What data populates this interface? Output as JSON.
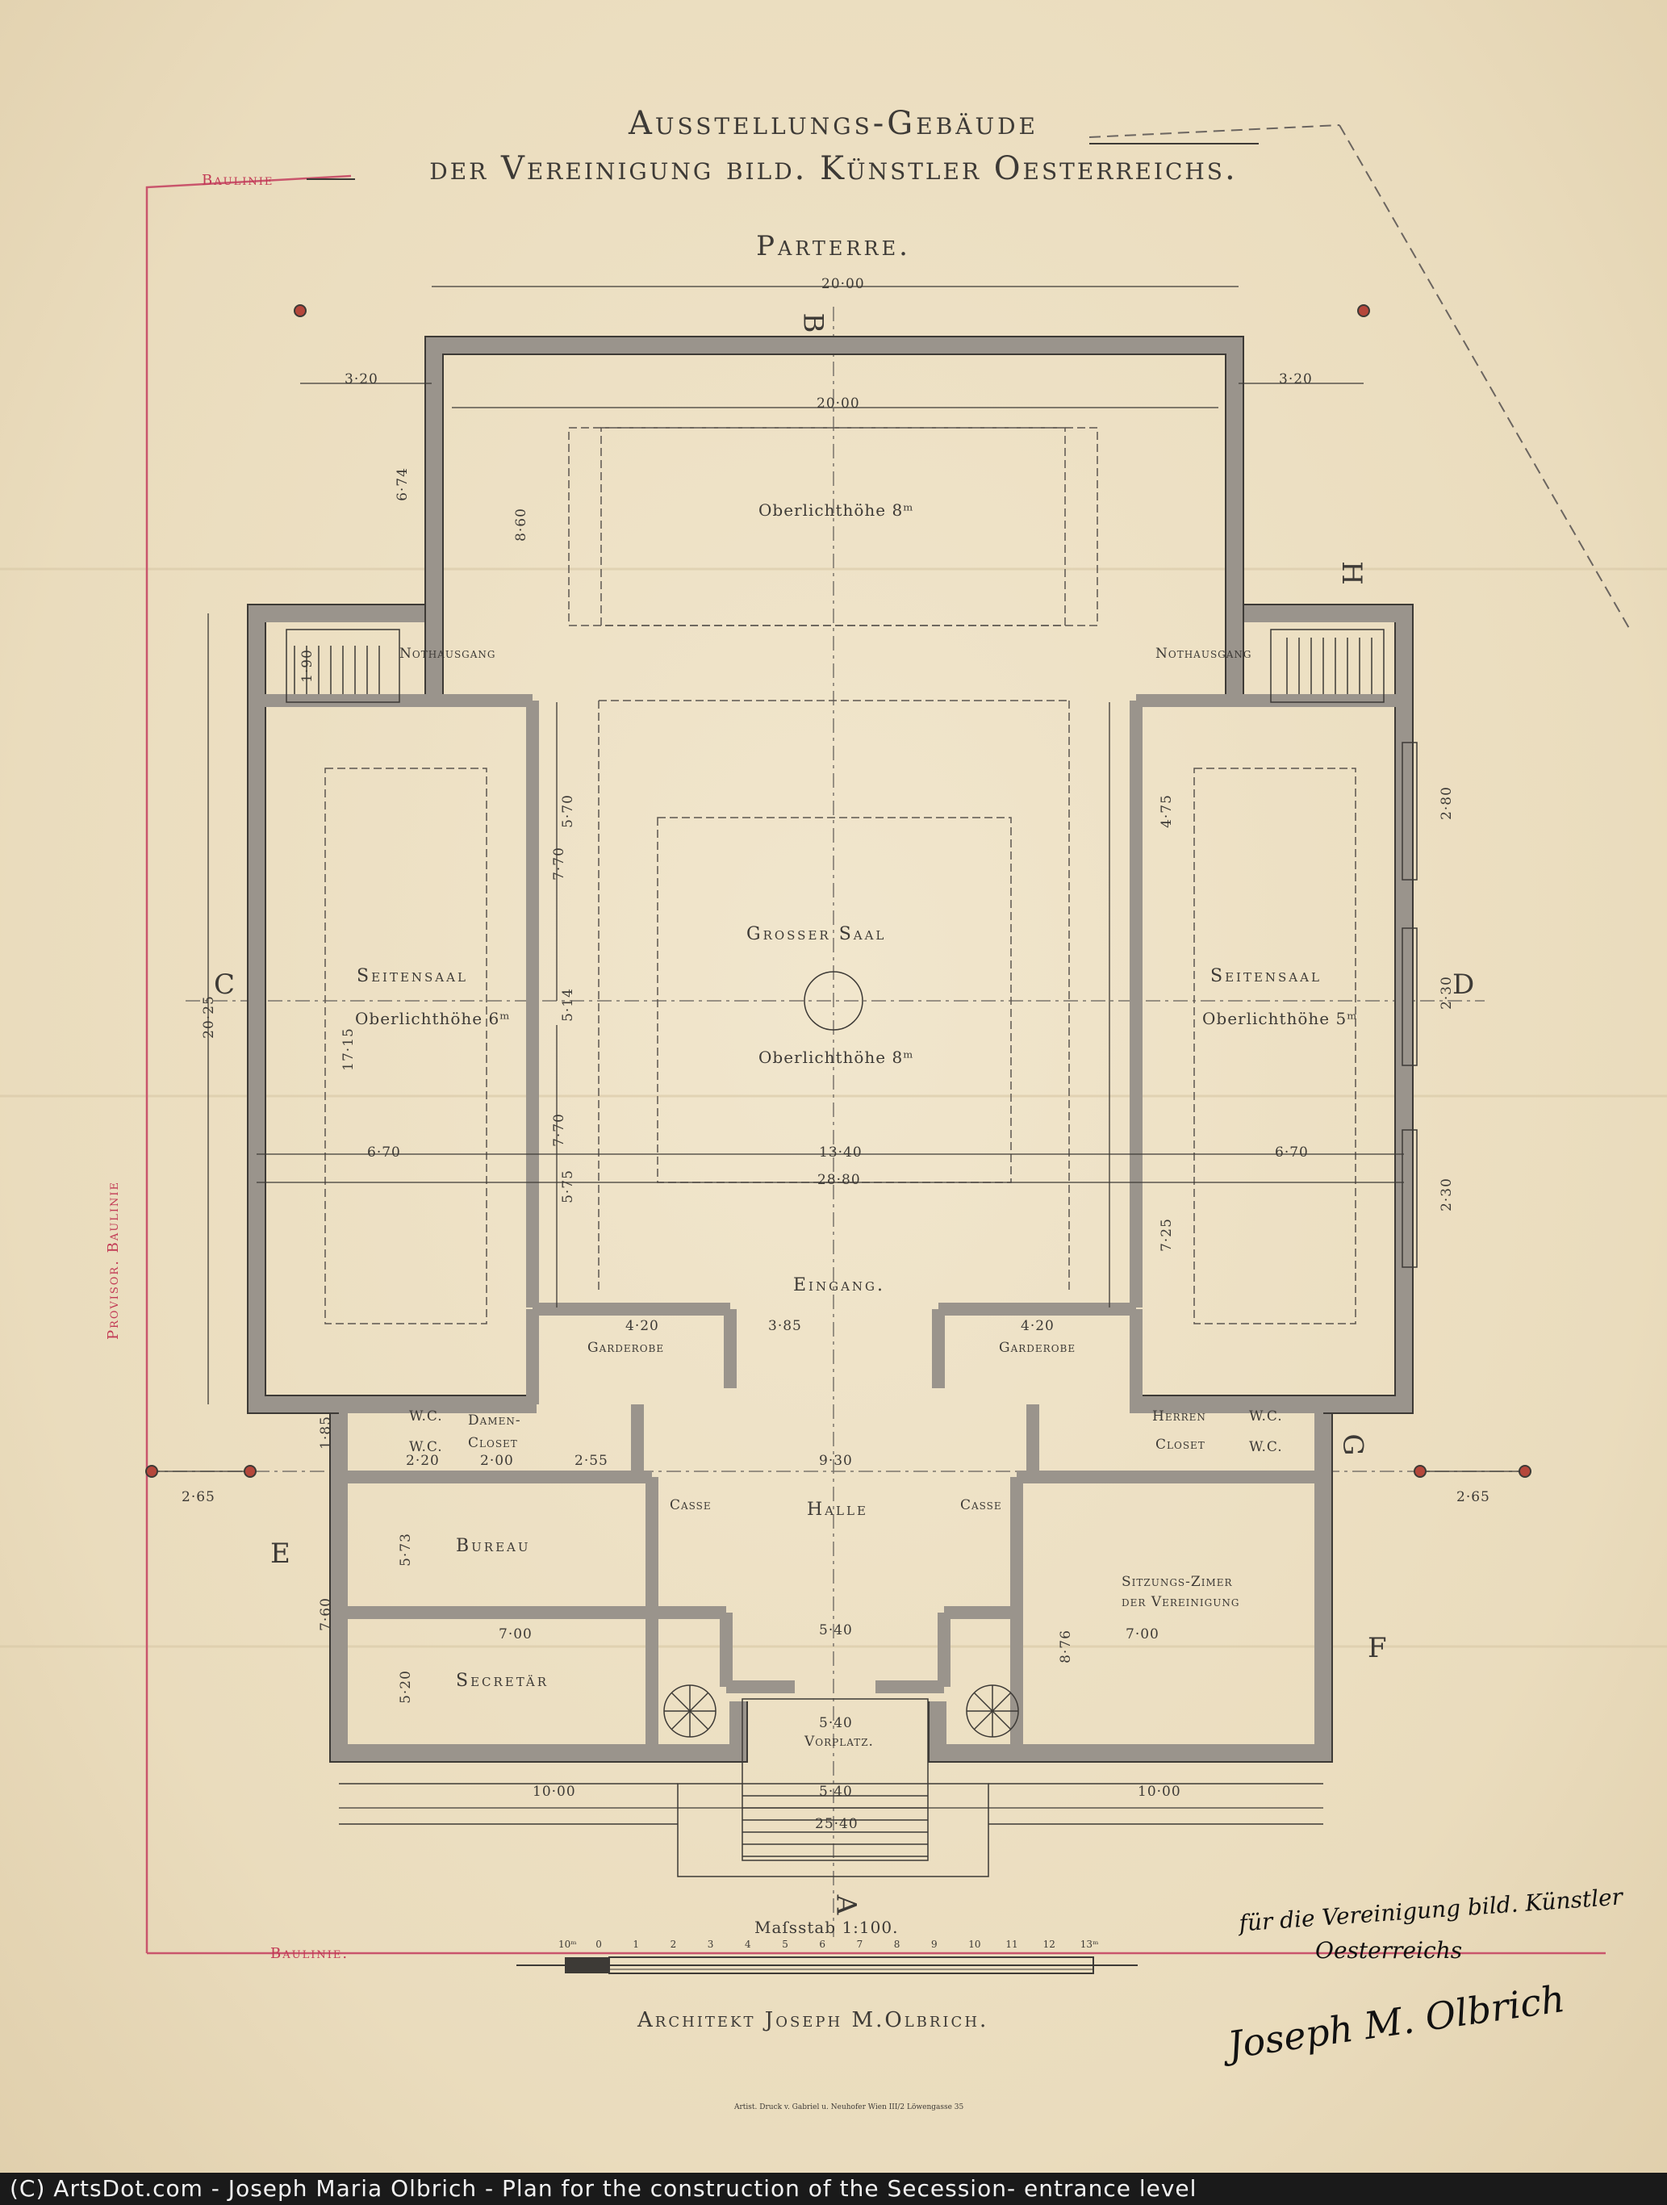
{
  "title": {
    "line1": "Ausstellungs-Gebäude",
    "line2": "der Vereinigung bild. Künstler Oesterreichs."
  },
  "subtitle": "Parterre.",
  "baulinie_top": "Baulinie",
  "baulinie_bottom": "Baulinie.",
  "provisor_baulinie": "Provisor. Baulinie",
  "section_letters": {
    "a": "A",
    "b": "B",
    "c": "C",
    "d": "D",
    "e": "E",
    "f": "F",
    "g": "G",
    "h": "H"
  },
  "rooms": {
    "oberlicht_top": "Oberlichthöhe 8ᵐ",
    "nothausgang_left": "Nothausgang",
    "nothausgang_right": "Nothausgang",
    "grosser_saal": "Grosser Saal",
    "grosser_saal_sub": "Oberlichthöhe 8ᵐ",
    "seitensaal_left": "Seitensaal",
    "seitensaal_left_sub": "Oberlichthöhe 6ᵐ",
    "seitensaal_right": "Seitensaal",
    "seitensaal_right_sub": "Oberlichthöhe 5ᵐ",
    "eingang": "Eingang.",
    "garderobe_left": "Garderobe",
    "garderobe_right": "Garderobe",
    "damen_closet_1": "Damen-",
    "damen_closet_2": "Closet",
    "herren_closet_1": "Herren",
    "herren_closet_2": "Closet",
    "wc": "W.C.",
    "casse_left": "Casse",
    "casse_right": "Casse",
    "halle": "Halle",
    "bureau": "Bureau",
    "secretaer": "Secretär",
    "sitzungs_1": "Sitzungs-Zimer",
    "sitzungs_2": "der Vereinigung",
    "vorplatz": "Vorplatz."
  },
  "dimensions": {
    "overall_top": "20·00",
    "inner_top": "20·00",
    "left_offset": "3·20",
    "right_offset": "3·20",
    "h_674": "6·74",
    "h_860": "8·60",
    "h_190": "1·90",
    "total_height": "20·25",
    "h_1715": "17·15",
    "h_770a": "7·70",
    "h_770b": "7·70",
    "h_570": "5·70",
    "h_514": "5·14",
    "h_575": "5·75",
    "h_475": "4·75",
    "h_725": "7·25",
    "w_670_left": "6·70",
    "w_1340": "13·40",
    "w_670_right": "6·70",
    "w_2880": "28·80",
    "w_280": "2·80",
    "w_230": "2·30",
    "w_230b": "2·30",
    "w_420_left": "4·20",
    "w_420_right": "4·20",
    "w_385": "3·85",
    "w_255": "2·55",
    "w_200": "2·00",
    "w_220": "2·20",
    "w_930": "9·30",
    "w_540a": "5·40",
    "w_540b": "5·40",
    "w_540c": "5·40",
    "w_700a": "7·00",
    "w_700b": "7·00",
    "w_1000_left": "10·00",
    "w_1000_right": "10·00",
    "w_2540": "25·40",
    "w_265_left": "2·65",
    "w_265_right": "2·65",
    "h_573": "5·73",
    "h_520": "5·20",
    "h_760": "7·60",
    "h_876": "8·76",
    "h_185": "1·85"
  },
  "scale": {
    "label": "Maſsstab 1:100.",
    "ticks": [
      "10ᵐ",
      "0",
      "1",
      "2",
      "3",
      "4",
      "5",
      "6",
      "7",
      "8",
      "9",
      "10",
      "11",
      "12",
      "13ᵐ"
    ]
  },
  "architect": "Architekt Joseph M.Olbrich.",
  "printer": "Artist. Druck v. Gabriel u. Neuhofer Wien III/2 Löwengasse 35",
  "signature": {
    "line1": "für die Vereinigung bild. Künstler",
    "line2": "Oesterreichs",
    "name": "Joseph M. Olbrich"
  },
  "caption": "(C) ArtsDot.com - Joseph Maria Olbrich - Plan for the construction of the Secession- entrance level",
  "colors": {
    "paper": "#ede1c6",
    "ink": "#3d3a36",
    "wall": "#9a948c",
    "red": "#c23a55"
  }
}
